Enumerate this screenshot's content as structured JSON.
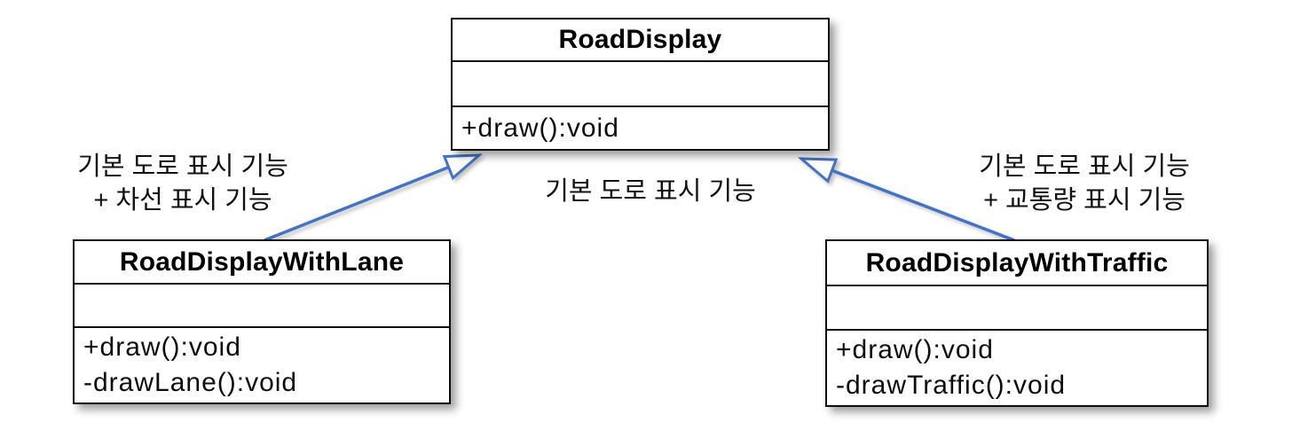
{
  "classes": {
    "parent": {
      "name": "RoadDisplay",
      "attributes": [],
      "methods": [
        "+draw():void"
      ]
    },
    "left": {
      "name": "RoadDisplayWithLane",
      "attributes": [],
      "methods": [
        "+draw():void",
        "-drawLane():void"
      ]
    },
    "right": {
      "name": "RoadDisplayWithTraffic",
      "attributes": [],
      "methods": [
        "+draw():void",
        "-drawTraffic():void"
      ]
    }
  },
  "labels": {
    "left": [
      "기본 도로 표시 기능",
      "+ 차선 표시 기능"
    ],
    "center": [
      "기본 도로 표시 기능"
    ],
    "right": [
      "기본 도로 표시 기능",
      "+ 교통량 표시 기능"
    ]
  },
  "relations": [
    {
      "type": "inheritance",
      "from": "RoadDisplayWithLane",
      "to": "RoadDisplay"
    },
    {
      "type": "inheritance",
      "from": "RoadDisplayWithTraffic",
      "to": "RoadDisplay"
    }
  ],
  "colors": {
    "arrow": "#4472C4",
    "border": "#000000",
    "text": "#000000",
    "background": "#ffffff"
  }
}
